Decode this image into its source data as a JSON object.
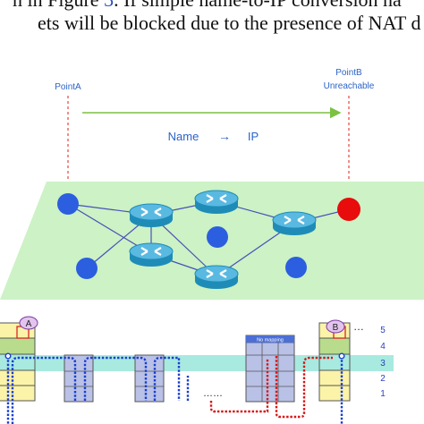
{
  "text": {
    "line1_pre": "n in Figure ",
    "line1_ref": "3",
    "line1_post": ". If simple name-to-IP conversion na",
    "line2": "ets will be blocked due to the presence of NAT d"
  },
  "diagram": {
    "point_a": "PointA",
    "point_b_line1": "PointB",
    "point_b_line2": "Unreachable",
    "name_label": "Name",
    "arrow_glyph": "→",
    "ip_label": "IP",
    "no_mapping": "No mapping",
    "ellipsis": "……",
    "badge_a": "A",
    "badge_b": "B",
    "right_dots": "…",
    "layer_numbers": [
      "5",
      "4",
      "3",
      "2",
      "1"
    ]
  },
  "colors": {
    "plane": "#ccf2c5",
    "node_blue": "#2b5fe0",
    "node_red": "#e80c0c",
    "arrow_green": "#7bc142",
    "link_blue": "#4a4fb8",
    "band": "#a8eadf",
    "layer_yellow": "#fbf3a8",
    "layer_green": "#b9dc8c",
    "column_blue": "#b9c1e6",
    "path_blue": "#1a3fd1",
    "path_red": "#d71717",
    "badge_purple": "#e3c4ee"
  }
}
